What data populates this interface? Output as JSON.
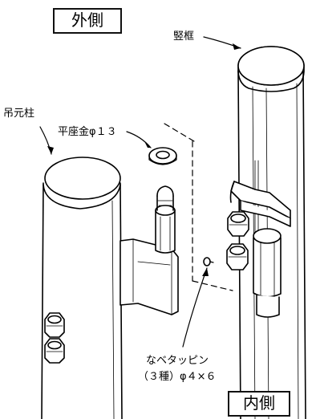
{
  "labels": {
    "outside": "外側",
    "inside": "内側",
    "vertical_frame": "竪框",
    "hinge_post": "吊元柱",
    "flat_washer": "平座金φ１３",
    "screw_line1": "なベタッピン",
    "screw_line2": "（３種）φ４×６"
  }
}
